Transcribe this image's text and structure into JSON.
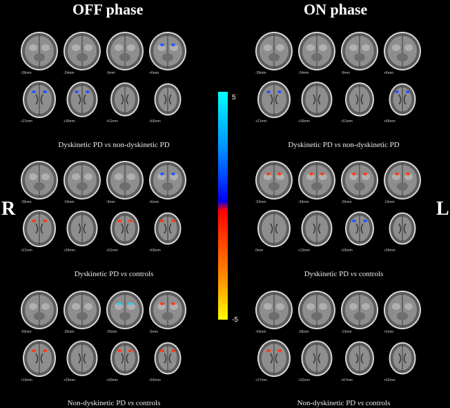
{
  "titles": {
    "off": "OFF phase",
    "on": "ON phase"
  },
  "side_labels": {
    "left": "R",
    "right": "L"
  },
  "colorbar": {
    "max": "5",
    "min": "-5"
  },
  "panels": [
    {
      "caption_pre": "Dyskinetic PD ",
      "caption_vs": "vs",
      "caption_post": " non-dyskinetic PD",
      "slices": [
        "-39mm",
        "-24mm",
        "-9mm",
        "+6mm",
        "+21mm",
        "+36mm",
        "+51mm",
        "+66mm"
      ],
      "blobs": [
        "none",
        "none",
        "none",
        "blue",
        "blue",
        "blue",
        "none",
        "none"
      ]
    },
    {
      "caption_pre": "Dyskinetic PD ",
      "caption_vs": "vs",
      "caption_post": " non-dyskinetic PD",
      "slices": [
        "-39mm",
        "-24mm",
        "-9mm",
        "+6mm",
        "+21mm",
        "+36mm",
        "+51mm",
        "+66mm"
      ],
      "blobs": [
        "none",
        "none",
        "none",
        "none",
        "blue",
        "none",
        "none",
        "blue"
      ]
    },
    {
      "caption_pre": "Dyskinetic PD ",
      "caption_vs": "vs",
      "caption_post": " controls",
      "slices": [
        "-39mm",
        "-24mm",
        "-9mm",
        "+6mm",
        "+21mm",
        "+36mm",
        "+51mm",
        "+66mm"
      ],
      "blobs": [
        "none",
        "none",
        "none",
        "blue",
        "red",
        "none",
        "red",
        "red"
      ]
    },
    {
      "caption_pre": "Dyskinetic PD ",
      "caption_vs": "vs",
      "caption_post": " controls",
      "slices": [
        "-52mm",
        "-39mm",
        "-26mm",
        "-13mm",
        "0mm",
        "+13mm",
        "+26mm",
        "+39mm"
      ],
      "blobs": [
        "red",
        "red",
        "red",
        "red",
        "none",
        "none",
        "blue",
        "none"
      ]
    },
    {
      "caption_pre": "Non-dyskinetic PD ",
      "caption_vs": "vs",
      "caption_post": " controls",
      "slices": [
        "-50mm",
        "-35mm",
        "-20mm",
        "-5mm",
        "+10mm",
        "+25mm",
        "+40mm",
        "+55mm"
      ],
      "blobs": [
        "none",
        "none",
        "cyan",
        "red",
        "red",
        "none",
        "red",
        "red"
      ]
    },
    {
      "caption_pre": "Non-dyskinetic PD ",
      "caption_vs": "vs",
      "caption_post": " controls",
      "slices": [
        "-43mm",
        "-28mm",
        "-13mm",
        "+2mm",
        "+17mm",
        "+32mm",
        "+47mm",
        "+62mm"
      ],
      "blobs": [
        "none",
        "none",
        "none",
        "none",
        "red",
        "none",
        "none",
        "none"
      ]
    }
  ]
}
